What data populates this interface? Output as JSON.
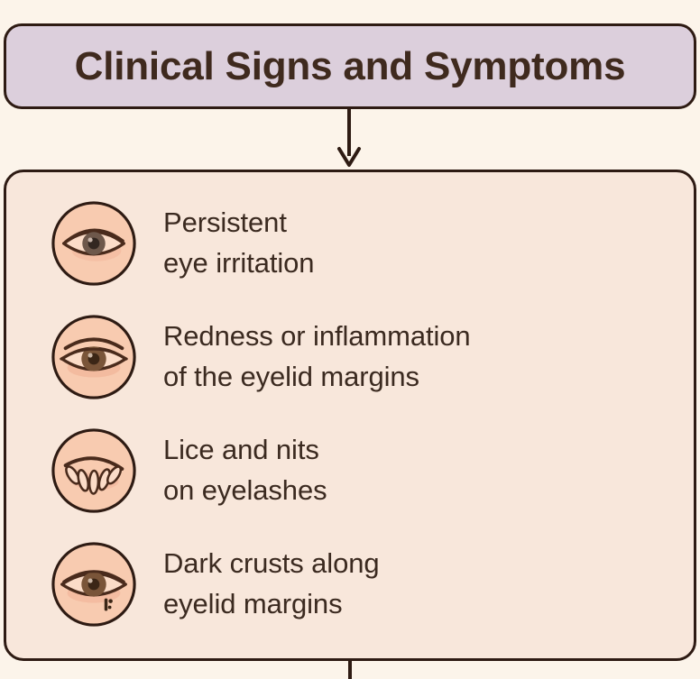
{
  "header": {
    "title": "Clinical Signs and Symptoms",
    "fill_color": "#DCCFDC",
    "border_color": "#2E1B13",
    "text_color": "#3F2A1E"
  },
  "connector": {
    "top_arrow_name": "down-arrow",
    "bottom_stub_name": "connector-line"
  },
  "panel": {
    "fill_color": "#F8E7DB",
    "border_color": "#2E1B13"
  },
  "page": {
    "background_color": "#FCF4EA",
    "text_color": "#3B2A20"
  },
  "symptoms": [
    {
      "icon": "eye-irritation-icon",
      "label": "Persistent\neye irritation"
    },
    {
      "icon": "eye-redness-inflammation-icon",
      "label": "Redness or inflammation\nof the eyelid margins"
    },
    {
      "icon": "eyelash-lice-nits-icon",
      "label": "Lice and nits\non eyelashes"
    },
    {
      "icon": "eyelid-dark-crusts-icon",
      "label": "Dark crusts along\neyelid margins"
    }
  ]
}
